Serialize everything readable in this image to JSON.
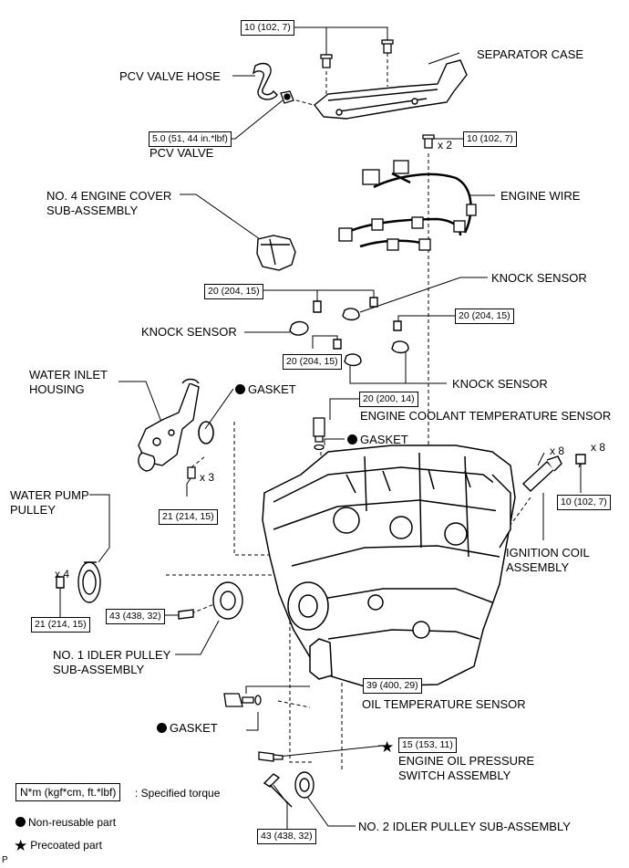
{
  "torque": {
    "t_sep_case": "10 (102, 7)",
    "t_pcv_valve": "5.0 (51, 44 in.*lbf)",
    "t_engine_wire": "10 (102, 7)",
    "t_knock_1": "20 (204, 15)",
    "t_knock_2": "20 (204, 15)",
    "t_knock_3": "20 (204, 15)",
    "t_coolant_sensor": "20 (200, 14)",
    "t_water_inlet": "21 (214, 15)",
    "t_ignition": "10 (102, 7)",
    "t_water_pump": "21 (214, 15)",
    "t_idler1": "43 (438, 32)",
    "t_oil_temp": "39 (400, 29)",
    "t_oil_press": "15 (153, 11)",
    "t_idler2": "43 (438, 32)"
  },
  "multipliers": {
    "wire_bolts": "x 2",
    "inlet_bolts": "x 3",
    "coils": "x 8",
    "coil_bolts": "x 8",
    "pump_bolts": "x 4"
  },
  "labels": {
    "separator_case": "SEPARATOR CASE",
    "pcv_valve_hose": "PCV VALVE HOSE",
    "pcv_valve": "PCV VALVE",
    "no4_cover_line1": "NO. 4 ENGINE COVER",
    "no4_cover_line2": "SUB-ASSEMBLY",
    "engine_wire": "ENGINE WIRE",
    "knock_sensor_a": "KNOCK SENSOR",
    "knock_sensor_b": "KNOCK SENSOR",
    "knock_sensor_c": "KNOCK SENSOR",
    "water_inlet_line1": "WATER INLET",
    "water_inlet_line2": "HOUSING",
    "gasket_inlet": "GASKET",
    "coolant_sensor": "ENGINE COOLANT TEMPERATURE SENSOR",
    "gasket_coolant": "GASKET",
    "water_pump_line1": "WATER PUMP",
    "water_pump_line2": "PULLEY",
    "ignition_line1": "IGNITION COIL",
    "ignition_line2": "ASSEMBLY",
    "no1_idler_line1": "NO. 1 IDLER PULLEY",
    "no1_idler_line2": "SUB-ASSEMBLY",
    "oil_temp_sensor": "OIL TEMPERATURE SENSOR",
    "gasket_oil": "GASKET",
    "oil_press_line1": "ENGINE OIL PRESSURE",
    "oil_press_line2": "SWITCH ASSEMBLY",
    "no2_idler": "NO. 2 IDLER PULLEY SUB-ASSEMBLY"
  },
  "legend": {
    "torque_unit": "N*m (kgf*cm, ft.*lbf)",
    "torque_desc": ": Specified torque",
    "non_reusable": "Non-reusable part",
    "precoated": "Precoated part",
    "corner_mark": "P"
  }
}
